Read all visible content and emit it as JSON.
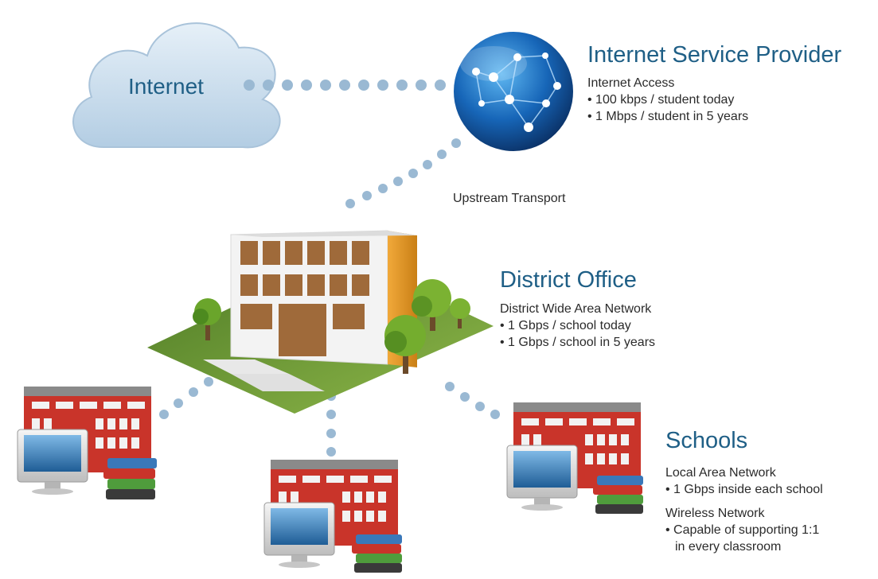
{
  "cloud": {
    "label": "Internet"
  },
  "isp": {
    "title": "Internet Service Provider",
    "subtitle": "Internet Access",
    "bullets": [
      "100 kbps / student today",
      "1 Mbps / student in 5 years"
    ]
  },
  "upstream_label": "Upstream Transport",
  "district": {
    "title": "District Office",
    "subtitle": "District Wide Area Network",
    "bullets": [
      "1 Gbps / school today",
      "1 Gbps / school in 5 years"
    ]
  },
  "schools": {
    "title": "Schools",
    "lan_label": "Local Area Network",
    "lan_bullets": [
      "1 Gbps inside each school"
    ],
    "wireless_label": "Wireless Network",
    "wireless_bullets": [
      "Capable of supporting 1:1",
      "in every classroom"
    ]
  },
  "colors": {
    "heading": "#1f5f86",
    "dots": "#9ab9d3",
    "cloud": "#c7dcec",
    "globe": "#1d6fc4",
    "school_brick": "#c9342a",
    "grass": "#6f9a34"
  }
}
